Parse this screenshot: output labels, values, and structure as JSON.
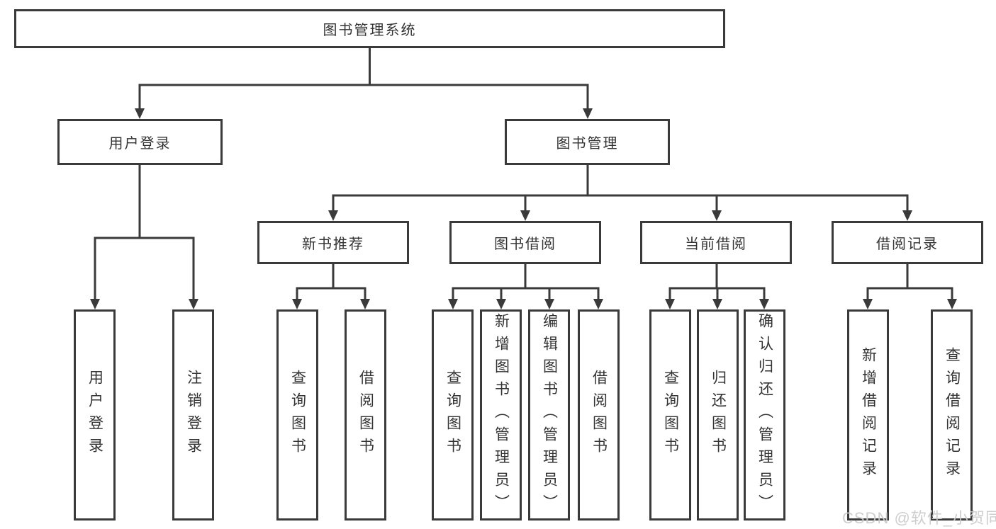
{
  "diagram": {
    "title": "图书管理系统",
    "level2": [
      "用户登录",
      "图书管理"
    ],
    "level3": [
      "新书推荐",
      "图书借阅",
      "当前借阅",
      "借阅记录"
    ],
    "leaves": [
      "用户登录",
      "注销登录",
      "查询图书",
      "借阅图书",
      "查询图书",
      "新增图书（管理员）",
      "编辑图书（管理员）",
      "借阅图书",
      "查询图书",
      "归还图书",
      "确认归还（管理员）",
      "新增借阅记录",
      "查询借阅记录"
    ],
    "line_color": "#3a3a3a"
  },
  "watermark": "CSDN @软件_小贺同学"
}
